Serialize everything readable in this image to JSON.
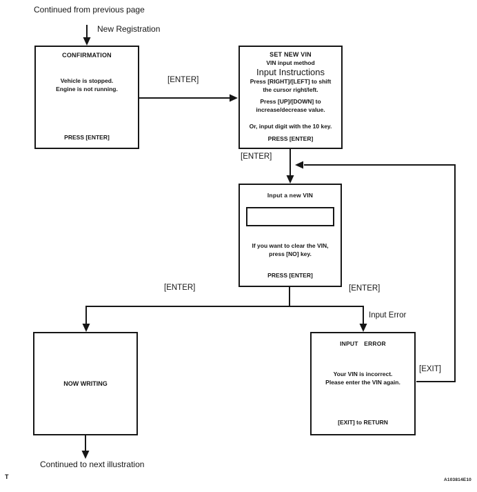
{
  "page": {
    "top_note": "Continued from previous page",
    "bottom_note": "Continued to next illustration",
    "page_marker": "T",
    "figure_id": "A103814E10"
  },
  "labels": {
    "new_registration": "New Registration",
    "enter_confirm_to_set": "[ENTER]",
    "enter_set_to_input": "[ENTER]",
    "enter_left_branch": "[ENTER]",
    "enter_right_branch": "[ENTER]",
    "input_error": "Input Error",
    "exit": "[EXIT]"
  },
  "boxes": {
    "confirmation": {
      "title": "CONFIRMATION",
      "line1": "Vehicle is stopped.",
      "line2": "Engine is not running.",
      "footer": "PRESS [ENTER]"
    },
    "set_new_vin": {
      "title": "SET NEW VIN",
      "subtitle": "VIN input method",
      "heading": "Input Instructions",
      "line1": "Press [RIGHT]/[LEFT] to shift",
      "line2": "the cursor right/left.",
      "line3": "Press [UP]/[DOWN] to",
      "line4": "increase/decrease value.",
      "line5": "Or, input digit with the 10 key.",
      "footer": "PRESS [ENTER]"
    },
    "input_new_vin": {
      "title": "Input a new VIN",
      "line1": "If you want to clear the VIN,",
      "line2": "press [NO] key.",
      "footer": "PRESS [ENTER]"
    },
    "now_writing": {
      "title": "NOW WRITING"
    },
    "input_error": {
      "title": "INPUT ERROR",
      "line1": "Your VIN is incorrect.",
      "line2": "Please enter the VIN again.",
      "footer": "[EXIT] to RETURN"
    }
  },
  "colors": {
    "ink": "#161616",
    "background": "#ffffff"
  }
}
